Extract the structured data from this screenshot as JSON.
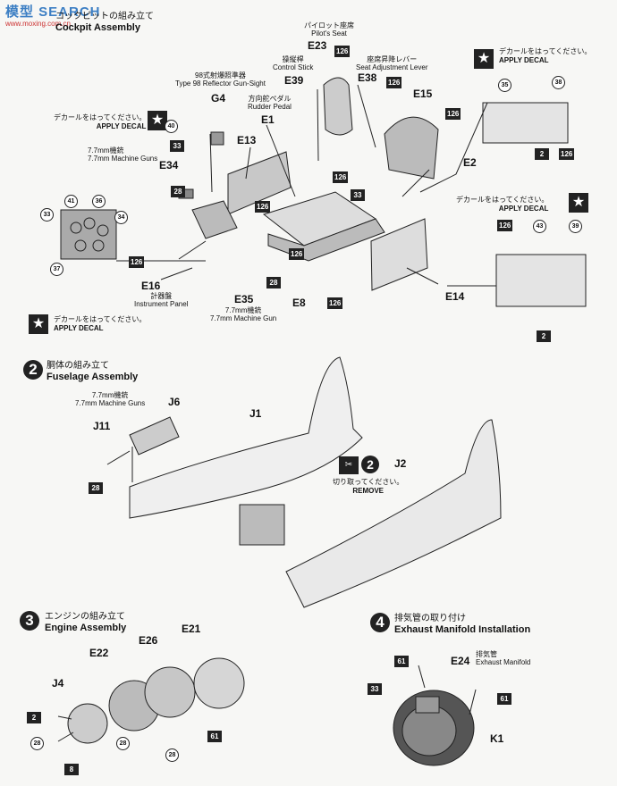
{
  "watermark": {
    "title": "模型 SEARCH",
    "url": "www.moxing.com.cn"
  },
  "step1": {
    "title_jp": "コックピットの組み立て",
    "title_en": "Cockpit Assembly"
  },
  "step2": {
    "number": "2",
    "title_jp": "胴体の組み立て",
    "title_en": "Fuselage Assembly"
  },
  "step3": {
    "number": "3",
    "title_jp": "エンジンの組み立て",
    "title_en": "Engine Assembly"
  },
  "step4": {
    "number": "4",
    "title_jp": "排気管の取り付け",
    "title_en": "Exhaust Manifold Installation"
  },
  "decal": {
    "jp": "デカールをはってください。",
    "en": "APPLY DECAL"
  },
  "remove": {
    "number": "2",
    "jp": "切り取ってください。",
    "en": "REMOVE"
  },
  "parts": {
    "g4": {
      "code": "G4",
      "jp": "98式射爆照準器",
      "en": "Type 98 Reflector Gun-Sight"
    },
    "e1": {
      "code": "E1",
      "jp": "方向舵ペダル",
      "en": "Rudder Pedal"
    },
    "e39": {
      "code": "E39",
      "jp": "操縦桿",
      "en": "Control Stick"
    },
    "e23": {
      "code": "E23",
      "jp": "パイロット座席",
      "en": "Pilot's Seat"
    },
    "e38": {
      "code": "E38",
      "jp": "座席昇降レバー",
      "en": "Seat Adjustment Lever"
    },
    "e15": {
      "code": "E15"
    },
    "e13": {
      "code": "E13"
    },
    "e34": {
      "code": "E34",
      "jp": "7.7mm機銃",
      "en": "7.7mm Machine Guns"
    },
    "e2": {
      "code": "E2"
    },
    "e16": {
      "code": "E16",
      "jp": "計器盤",
      "en": "Instrument Panel"
    },
    "e35": {
      "code": "E35",
      "jp": "7.7mm機銃",
      "en": "7.7mm Machine Gun"
    },
    "e8": {
      "code": "E8"
    },
    "e14": {
      "code": "E14"
    },
    "j6": {
      "code": "J6",
      "jp": "7.7mm機銃",
      "en": "7.7mm Machine Guns"
    },
    "j11": {
      "code": "J11"
    },
    "j1": {
      "code": "J1"
    },
    "j2": {
      "code": "J2"
    },
    "e21": {
      "code": "E21"
    },
    "e26": {
      "code": "E26"
    },
    "e22": {
      "code": "E22"
    },
    "j4": {
      "code": "J4"
    },
    "e24": {
      "code": "E24",
      "jp": "排気管",
      "en": "Exhaust Manifold"
    },
    "k1": {
      "code": "K1"
    }
  },
  "refs": {
    "r126": "126",
    "r33": "33",
    "r28": "28",
    "r40": "40",
    "r41": "41",
    "r36": "36",
    "r34": "34",
    "r37": "37",
    "r35": "35",
    "r38": "38",
    "r2": "2",
    "r43": "43",
    "r39": "39",
    "r61": "61",
    "r8": "8"
  }
}
